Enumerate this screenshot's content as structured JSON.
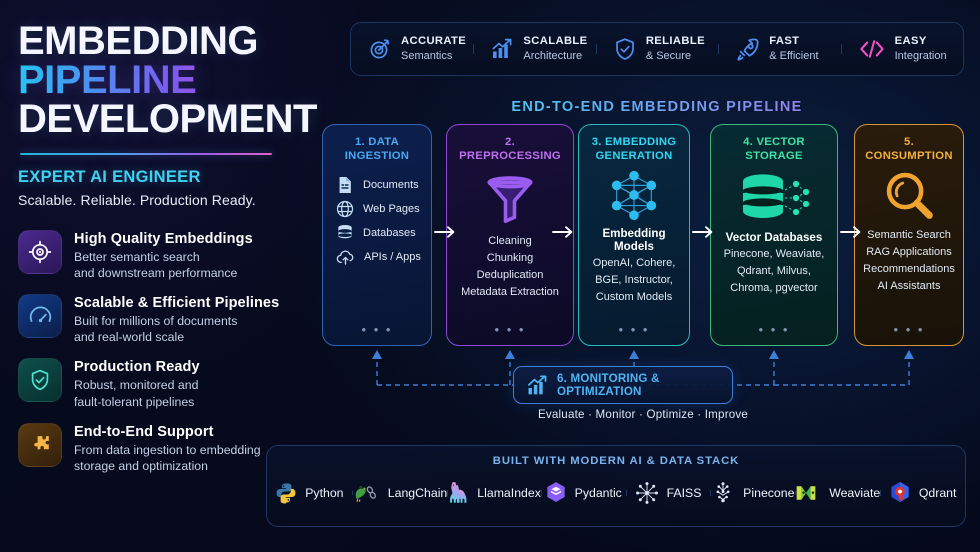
{
  "hero": {
    "line1": "EMBEDDING",
    "line2": "PIPELINE",
    "line3": "DEVELOPMENT",
    "subhead": "EXPERT AI ENGINEER",
    "subtext": "Scalable. Reliable. Production Ready."
  },
  "features": [
    {
      "icon": "target-icon",
      "title": "High Quality Embeddings",
      "desc_1": "Better semantic search",
      "desc_2": "and downstream performance"
    },
    {
      "icon": "speedometer-icon",
      "title": "Scalable & Efficient Pipelines",
      "desc_1": "Built for millions of documents",
      "desc_2": "and real-world scale"
    },
    {
      "icon": "shield-check-icon",
      "title": "Production Ready",
      "desc_1": "Robust, monitored and",
      "desc_2": "fault-tolerant pipelines"
    },
    {
      "icon": "puzzle-icon",
      "title": "End-to-End Support",
      "desc_1": "From data ingestion to embedding",
      "desc_2": "storage and optimization"
    }
  ],
  "badges": [
    {
      "icon": "target-arrow-icon",
      "top": "ACCURATE",
      "sub": "Semantics"
    },
    {
      "icon": "bar-chart-up-icon",
      "top": "SCALABLE",
      "sub": "Architecture"
    },
    {
      "icon": "shield-check-icon",
      "top": "RELIABLE",
      "sub": "& Secure"
    },
    {
      "icon": "rocket-icon",
      "top": "FAST",
      "sub": "& Efficient"
    },
    {
      "icon": "code-brackets-icon",
      "top": "EASY",
      "sub": "Integration"
    }
  ],
  "pipeline": {
    "title": "END-TO-END EMBEDDING PIPELINE",
    "arrow_glyph": "→",
    "dots": "• • •",
    "stages": [
      {
        "title": "1. DATA INGESTION",
        "accent": "#49a8f5",
        "items": [
          {
            "icon": "document-icon",
            "label": "Documents"
          },
          {
            "icon": "globe-icon",
            "label": "Web Pages"
          },
          {
            "icon": "database-icon",
            "label": "Databases"
          },
          {
            "icon": "cloud-upload-icon",
            "label": "APIs / Apps"
          }
        ]
      },
      {
        "title": "2. PREPROCESSING",
        "accent": "#c06ff0",
        "icon": "funnel-icon",
        "lines": [
          "Cleaning",
          "Chunking",
          "Deduplication",
          "Metadata Extraction"
        ]
      },
      {
        "title_l1": "3. EMBEDDING",
        "title_l2": "GENERATION",
        "accent": "#35d6f2",
        "icon": "neural-network-icon",
        "lead": "Embedding Models",
        "lines": [
          "OpenAI, Cohere,",
          "BGE, Instructor,",
          "Custom Models"
        ]
      },
      {
        "title": "4. VECTOR STORAGE",
        "accent": "#3fe3a8",
        "icon": "vector-database-icon",
        "lead": "Vector Databases",
        "lines": [
          "Pinecone, Weaviate,",
          "Qdrant, Milvus,",
          "Chroma, pgvector"
        ]
      },
      {
        "title": "5. CONSUMPTION",
        "accent": "#f3b13c",
        "icon": "magnifier-icon",
        "lines": [
          "Semantic Search",
          "RAG Applications",
          "Recommendations",
          "AI Assistants"
        ]
      }
    ]
  },
  "monitoring": {
    "icon": "growth-chart-icon",
    "label": "6. MONITORING & OPTIMIZATION",
    "subtitle": "Evaluate  ·  Monitor  ·  Optimize  ·  Improve"
  },
  "tech_stack": {
    "title": "BUILT WITH MODERN AI & DATA STACK",
    "items": [
      {
        "icon": "python-icon",
        "name": "Python"
      },
      {
        "icon": "langchain-icon",
        "name": "LangChain"
      },
      {
        "icon": "llamaindex-icon",
        "name": "LlamaIndex"
      },
      {
        "icon": "pydantic-icon",
        "name": "Pydantic"
      },
      {
        "icon": "faiss-icon",
        "name": "FAISS"
      },
      {
        "icon": "pinecone-icon",
        "name": "Pinecone"
      },
      {
        "icon": "weaviate-icon",
        "name": "Weaviate"
      },
      {
        "icon": "qdrant-icon",
        "name": "Qdrant"
      }
    ]
  },
  "colors": {
    "background": "#060a1c",
    "accent_cyan": "#3fd2f2",
    "accent_purple": "#8b47d6",
    "accent_green": "#3bb97a",
    "accent_orange": "#d99433",
    "accent_blue": "#2f63b2"
  }
}
